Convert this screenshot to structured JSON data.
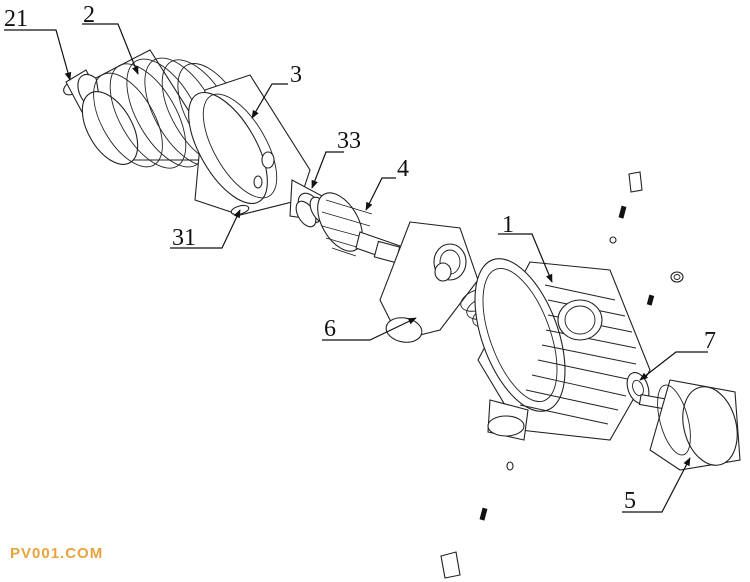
{
  "labels": {
    "l21": "21",
    "l2": "2",
    "l3": "3",
    "l33": "33",
    "l4": "4",
    "l31": "31",
    "l1": "1",
    "l6": "6",
    "l7": "7",
    "l5": "5"
  },
  "watermark": "PV001.COM"
}
